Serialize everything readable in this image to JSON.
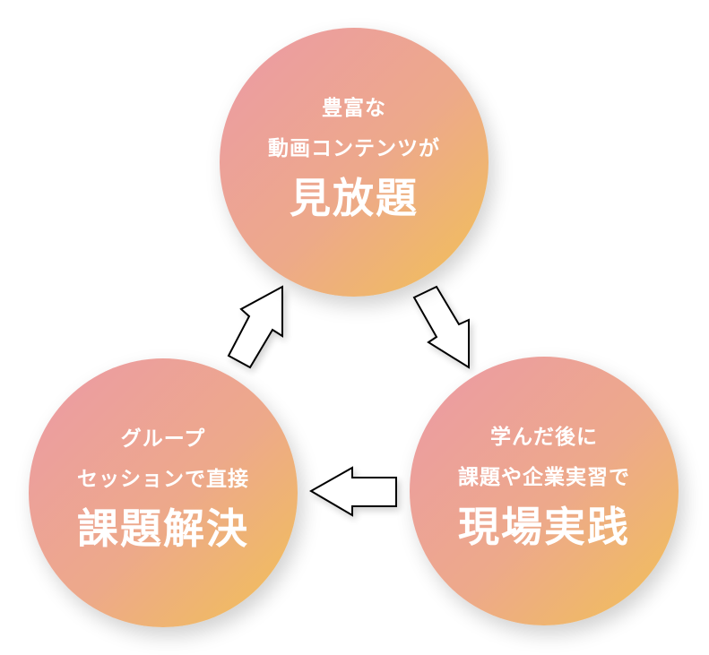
{
  "diagram": {
    "type": "cycle",
    "colors": {
      "gradient_start": "#ec9aa6",
      "gradient_mid": "#eda98a",
      "gradient_end": "#f1c155",
      "text": "#ffffff",
      "arrow_fill": "#ffffff",
      "arrow_stroke": "#000000"
    },
    "nodes": [
      {
        "id": "top",
        "line1": "豊富な",
        "line2": "動画コンテンツが",
        "headline": "見放題"
      },
      {
        "id": "bottom-right",
        "line1": "学んだ後に",
        "line2": "課題や企業実習で",
        "headline": "現場実践"
      },
      {
        "id": "bottom-left",
        "line1": "グループ",
        "line2": "セッションで直接",
        "headline": "課題解決"
      }
    ],
    "arrows": [
      {
        "from": "top",
        "to": "bottom-right",
        "direction": "down-right"
      },
      {
        "from": "bottom-right",
        "to": "bottom-left",
        "direction": "left"
      },
      {
        "from": "bottom-left",
        "to": "top",
        "direction": "up-right"
      }
    ]
  }
}
